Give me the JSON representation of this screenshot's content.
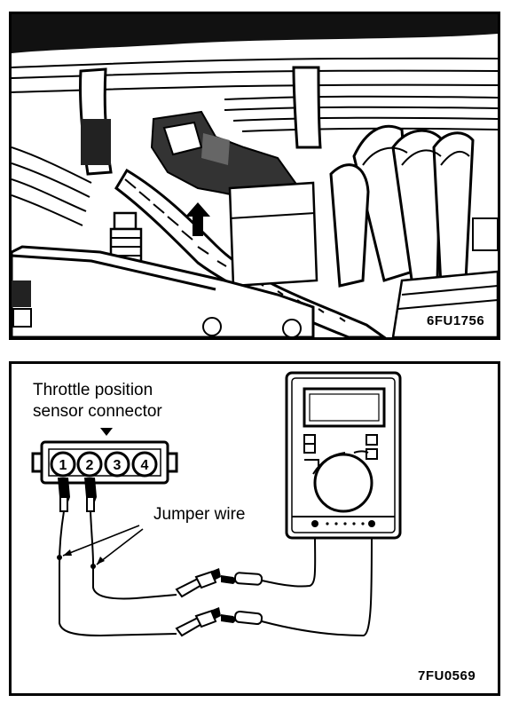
{
  "photo": {
    "figure_code": "6FU1756"
  },
  "diagram": {
    "connector_label_line1": "Throttle position",
    "connector_label_line2": "sensor connector",
    "jumper_label": "Jumper wire",
    "pins": [
      "1",
      "2",
      "3",
      "4"
    ],
    "figure_code": "7FU0569"
  }
}
